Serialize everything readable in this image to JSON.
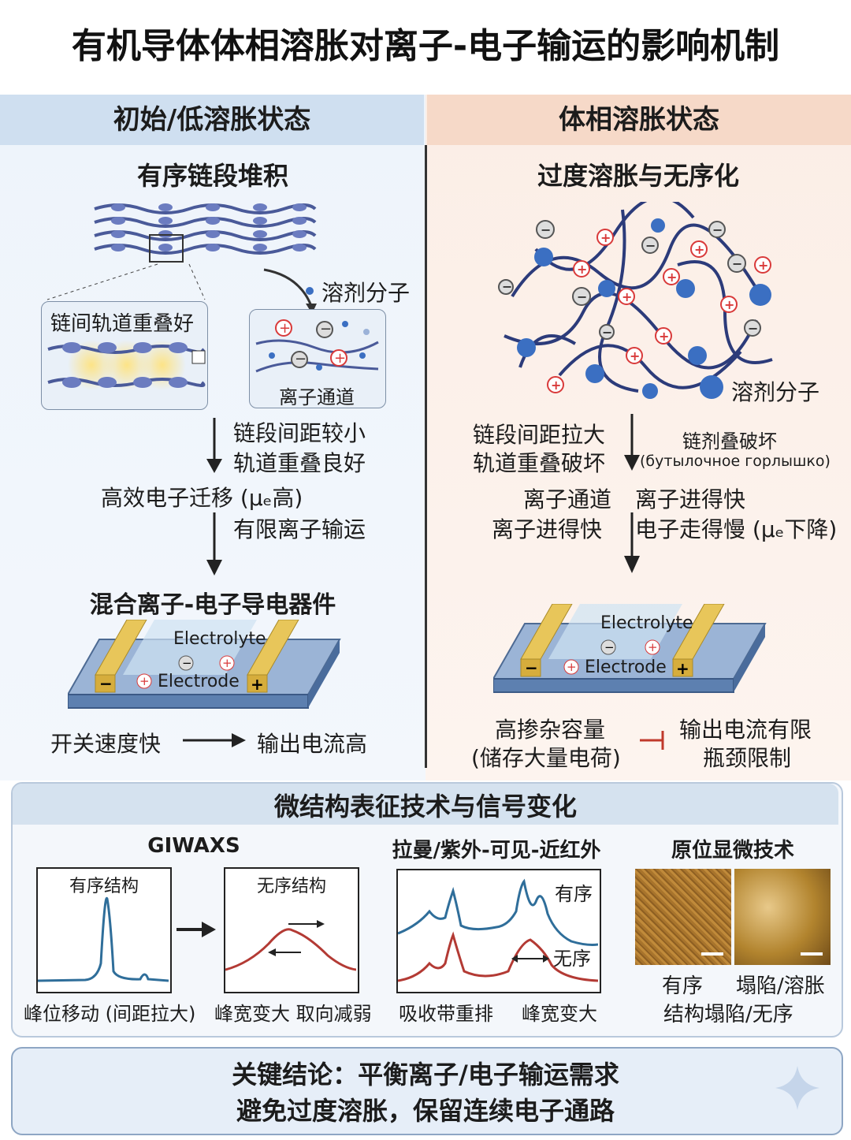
{
  "title": "有机导体体相溶胀对离子-电子输运的影响机制",
  "left": {
    "header": "初始/低溶胀状态",
    "subtitle": "有序链段堆积",
    "solvent_label": "溶剂分子",
    "orbital_label": "链间轨道重叠好",
    "channel_label": "离子通道",
    "effect_1": "链段间距较小",
    "effect_2": "轨道重叠良好",
    "result_1": "高效电子迁移 (μₑ高)",
    "result_2": "有限离子输运",
    "device_title": "混合离子-电子导电器件",
    "electrolyte": "Electrolyte",
    "electrode": "Electrode",
    "outcome_a": "开关速度快",
    "outcome_b": "输出电流高"
  },
  "right": {
    "header": "体相溶胀状态",
    "subtitle": "过度溶胀与无序化",
    "solvent_label": "溶剂分子",
    "effect_1": "链段间距拉大",
    "effect_2": "轨道重叠破坏",
    "side_1": "链剂叠破坏",
    "side_2": "(бутылочное горлышко)",
    "mid_left_1": "离子通道",
    "mid_left_2": "离子进得快",
    "mid_right_1": "离子进得快",
    "mid_right_2": "电子走得慢 (μₑ下降)",
    "electrolyte": "Electrolyte",
    "electrode": "Electrode",
    "outcome_a1": "高掺杂容量",
    "outcome_a2": "(储存大量电荷)",
    "outcome_b1": "输出电流有限",
    "outcome_b2": "瓶颈限制"
  },
  "tech": {
    "header": "微结构表征技术与信号变化",
    "giwaxs": "GIWAXS",
    "ordered": "有序结构",
    "disordered": "无序结构",
    "giwaxs_caption_1": "峰位移动 (间距拉大)",
    "giwaxs_caption_2": "峰宽变大 取向减弱",
    "spectro": "拉曼/紫外-可见-近红外",
    "spec_ordered": "有序",
    "spec_disordered": "无序",
    "spec_caption_1": "吸收带重排",
    "spec_caption_2": "峰宽变大",
    "micro": "原位显微技术",
    "micro_ordered": "有序",
    "micro_collapsed": "塌陷/溶胀",
    "micro_caption": "结构塌陷/无序"
  },
  "conclusion": {
    "line1": "关键结论：平衡离子/电子输运需求",
    "line2": "避免过度溶胀，保留连续电子通路"
  },
  "colors": {
    "left_bg": "#eef4fb",
    "right_bg": "#fbeee6",
    "chain": "#4a5a99",
    "ion_red": "#d93a3a",
    "solvent_blue": "#3b6fc2",
    "electrode_gold": "#e8c65a",
    "plot_blue": "#2f6e9a",
    "plot_red": "#b33a34"
  }
}
